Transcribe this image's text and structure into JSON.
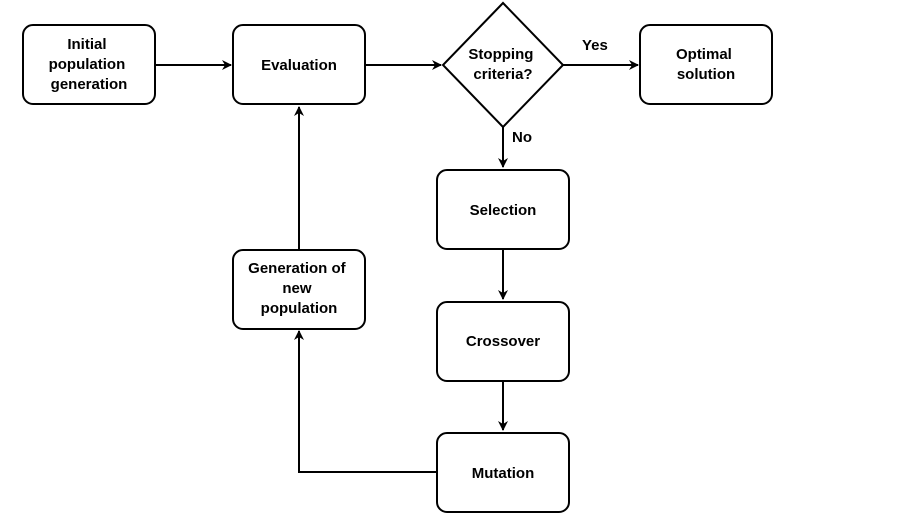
{
  "nodes": {
    "initial": {
      "lines": [
        "Initial",
        "population",
        "generation"
      ]
    },
    "evaluation": {
      "lines": [
        "Evaluation"
      ]
    },
    "stopping": {
      "lines": [
        "Stopping",
        "criteria?"
      ]
    },
    "optimal": {
      "lines": [
        "Optimal",
        "solution"
      ]
    },
    "selection": {
      "lines": [
        "Selection"
      ]
    },
    "crossover": {
      "lines": [
        "Crossover"
      ]
    },
    "mutation": {
      "lines": [
        "Mutation"
      ]
    },
    "generation": {
      "lines": [
        "Generation of",
        "new",
        "population"
      ]
    }
  },
  "edges": {
    "yes_label": "Yes",
    "no_label": "No"
  }
}
